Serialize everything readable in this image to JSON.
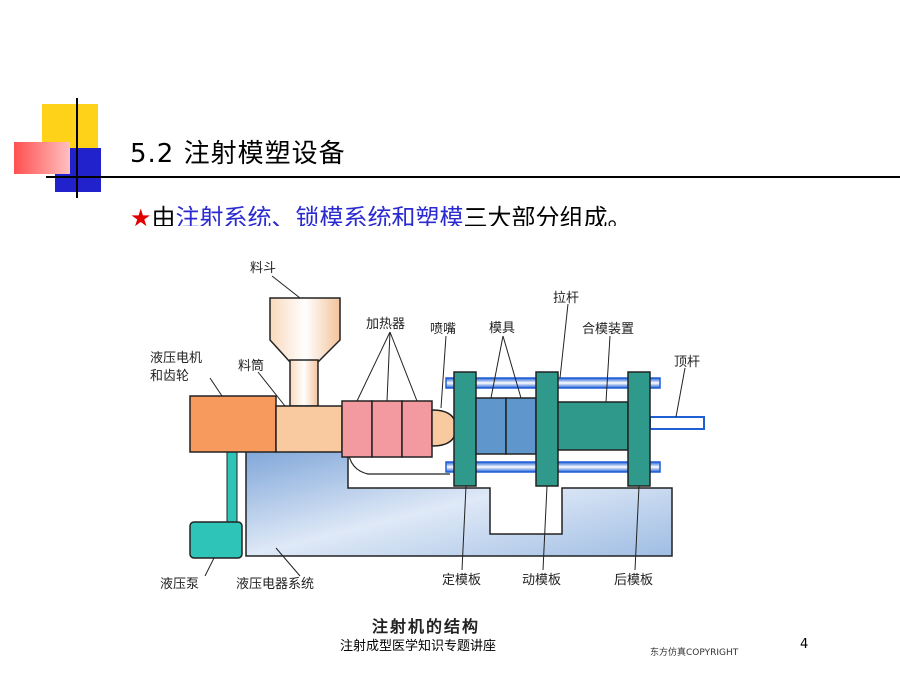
{
  "slide": {
    "title": "5.2  注射模塑设备",
    "bullet": {
      "star": "★",
      "prefix": "由",
      "highlight": "注射系统、锁模系统和塑模",
      "suffix": "三大部分组成。"
    },
    "footer": "注射成型医学知识专题讲座",
    "page_number": "4"
  },
  "diagram": {
    "caption": "注射机的结构",
    "watermark": "东方仿真COPYRIGHT",
    "labels": {
      "hopper": "料斗",
      "heater": "加热器",
      "nozzle": "喷嘴",
      "mold": "模具",
      "tie_bar": "拉杆",
      "clamp_device": "合模装置",
      "ejector": "顶杆",
      "motor_line1": "液压电机",
      "motor_line2": "和齿轮",
      "barrel": "料筒",
      "pump": "液压泵",
      "hydraulic_system": "液压电器系统",
      "fixed_platen": "定模板",
      "moving_platen": "动模板",
      "rear_platen": "后模板"
    },
    "colors": {
      "motor": "#f79a5e",
      "barrel": "#f9c9a0",
      "heater": "#f29aa0",
      "mold": "#5f97cc",
      "platen": "#2f9a8c",
      "pump": "#2fc4b8",
      "tie_bar": "#1e5fd6",
      "base": "#a9c3e6"
    }
  }
}
